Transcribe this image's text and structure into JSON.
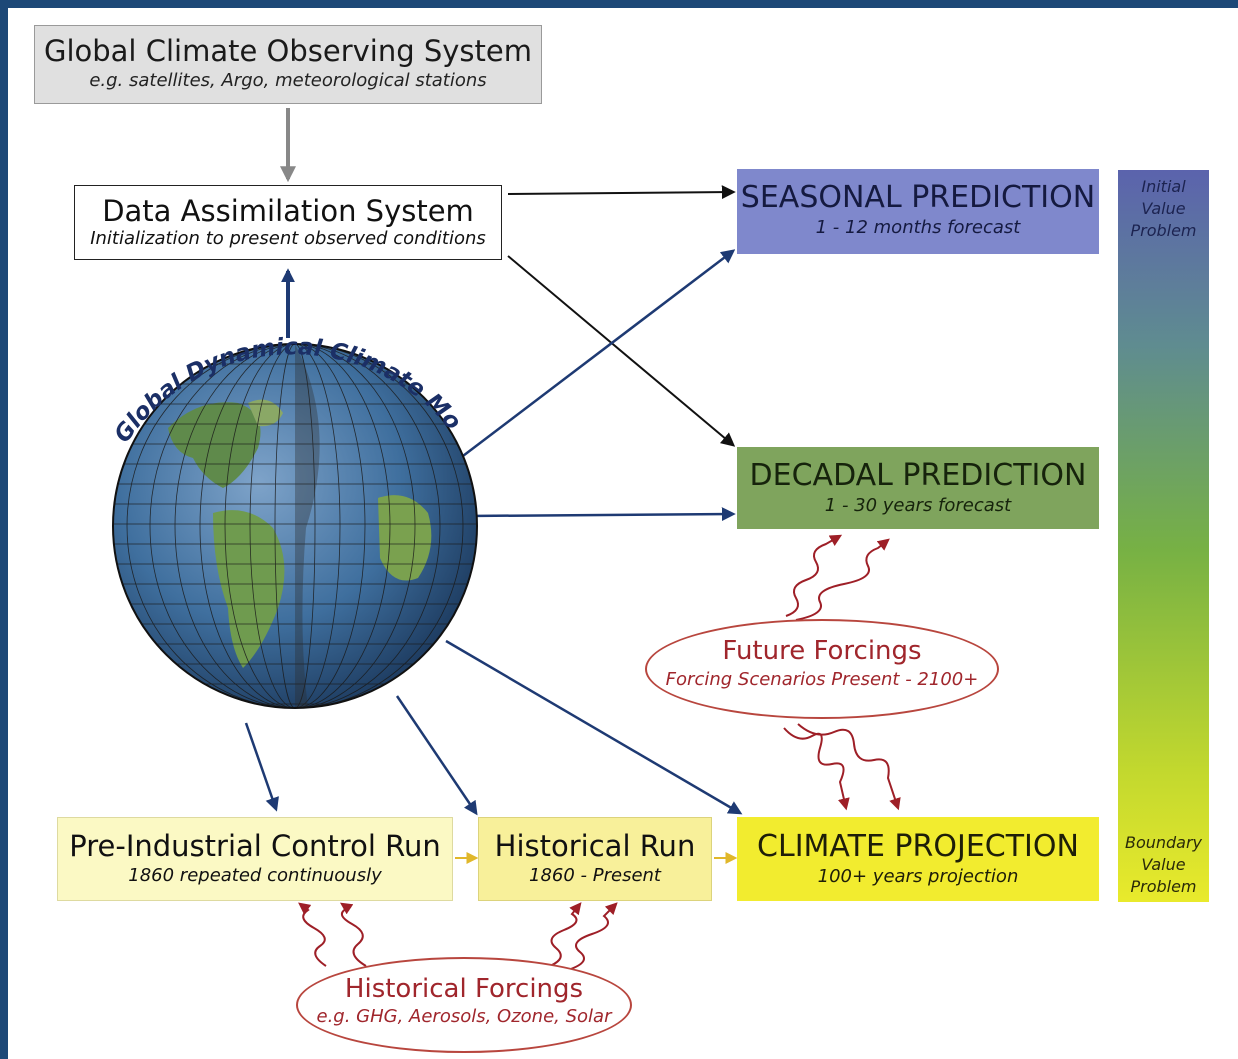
{
  "nodes": {
    "observing": {
      "title": "Global Climate Observing System",
      "subtitle": "e.g. satellites, Argo, meteorological stations"
    },
    "assimilation": {
      "title": "Data Assimilation System",
      "subtitle": "Initialization to present observed conditions"
    },
    "model": {
      "title": "Global Dynamical Climate Model"
    },
    "seasonal": {
      "title": "SEASONAL PREDICTION",
      "subtitle": "1 - 12 months forecast",
      "color": "#7f88cc"
    },
    "decadal": {
      "title": "DECADAL PREDICTION",
      "subtitle": "1 - 30 years forecast",
      "color": "#7fa45d"
    },
    "projection": {
      "title": "CLIMATE PROJECTION",
      "subtitle": "100+ years projection",
      "color": "#f2ec2f"
    },
    "preindustrial": {
      "title": "Pre-Industrial Control Run",
      "subtitle": "1860 repeated continuously"
    },
    "historical_run": {
      "title": "Historical Run",
      "subtitle": "1860 - Present"
    },
    "future_forcings": {
      "title": "Future Forcings",
      "subtitle": "Forcing Scenarios Present - 2100+"
    },
    "historical_forcings": {
      "title": "Historical Forcings",
      "subtitle": "e.g. GHG, Aerosols, Ozone, Solar"
    }
  },
  "scale": {
    "top": [
      "Initial",
      "Value",
      "Problem"
    ],
    "bottom": [
      "Boundary",
      "Value",
      "Problem"
    ],
    "colors": [
      "#5b63ad",
      "#77b144",
      "#e9ea2c"
    ]
  },
  "edges": [
    {
      "from": "observing",
      "to": "assimilation",
      "style": "gray"
    },
    {
      "from": "model",
      "to": "assimilation",
      "style": "blue"
    },
    {
      "from": "assimilation",
      "to": "seasonal",
      "style": "black"
    },
    {
      "from": "assimilation",
      "to": "decadal",
      "style": "black"
    },
    {
      "from": "model",
      "to": "seasonal",
      "style": "blue"
    },
    {
      "from": "model",
      "to": "decadal",
      "style": "blue"
    },
    {
      "from": "model",
      "to": "projection",
      "style": "blue"
    },
    {
      "from": "model",
      "to": "preindustrial",
      "style": "blue"
    },
    {
      "from": "model",
      "to": "historical_run",
      "style": "blue"
    },
    {
      "from": "preindustrial",
      "to": "historical_run",
      "style": "yellow"
    },
    {
      "from": "historical_run",
      "to": "projection",
      "style": "yellow"
    },
    {
      "from": "future_forcings",
      "to": "decadal",
      "style": "wavy-red"
    },
    {
      "from": "future_forcings",
      "to": "projection",
      "style": "wavy-red"
    },
    {
      "from": "historical_forcings",
      "to": "preindustrial",
      "style": "wavy-red"
    },
    {
      "from": "historical_forcings",
      "to": "historical_run",
      "style": "wavy-red"
    }
  ]
}
